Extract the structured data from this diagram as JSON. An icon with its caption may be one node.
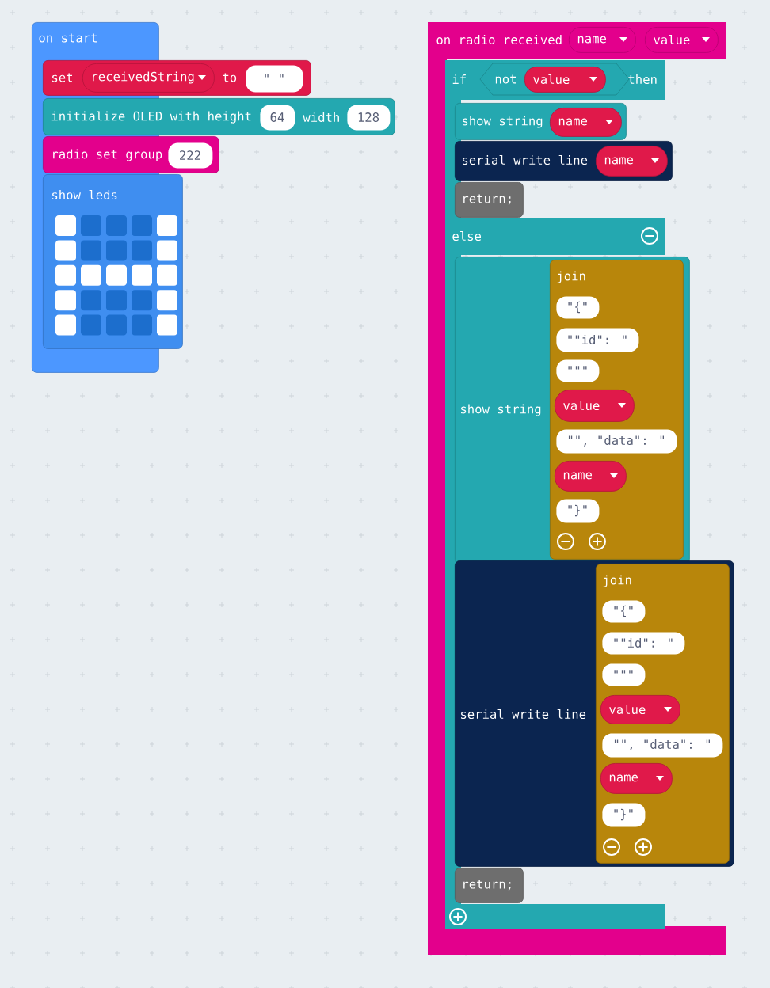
{
  "diagram": {
    "nodes": [
      {
        "text": [
          "on start"
        ]
      },
      {
        "text": [
          "set",
          "to"
        ]
      },
      {
        "text": [
          "receivedString"
        ],
        "in": 1
      },
      {
        "text": [
          "\" \""
        ],
        "in": 1
      },
      {
        "text": [
          "initialize OLED with height",
          "width"
        ]
      },
      {
        "text": [
          "64"
        ],
        "in": 4
      },
      {
        "text": [
          "128"
        ],
        "in": 4
      },
      {
        "text": [
          "radio set group"
        ]
      },
      {
        "text": [
          "222"
        ],
        "in": 7
      },
      {
        "text": [
          "show leds"
        ],
        "in": 0
      },
      {
        "text": [
          "on radio received"
        ]
      },
      {
        "text": [
          "name"
        ],
        "in": 10
      },
      {
        "text": [
          "value"
        ],
        "in": 10
      },
      {
        "text": [
          "if",
          "then",
          "else"
        ],
        "in": 10
      },
      {
        "text": [
          "not"
        ],
        "in": 13
      },
      {
        "text": [
          "value"
        ],
        "in": 14
      },
      {
        "text": [
          "show string"
        ],
        "in": 13
      },
      {
        "text": [
          "name"
        ],
        "in": 16
      },
      {
        "text": [
          "serial write line"
        ],
        "in": 13
      },
      {
        "text": [
          "name"
        ],
        "in": 18
      },
      {
        "text": [
          "return;"
        ],
        "in": 13
      },
      {
        "text": [
          "show string"
        ],
        "in": 10
      },
      {
        "text": [
          "join"
        ],
        "in": 21
      },
      {
        "text": [
          "\"{\""
        ],
        "in": 22
      },
      {
        "text": [
          "\"\"id\": \""
        ],
        "in": 22
      },
      {
        "text": [
          "\"\"\""
        ],
        "in": 22
      },
      {
        "text": [
          "value"
        ],
        "in": 22
      },
      {
        "text": [
          "\"\", \"data\": \""
        ],
        "in": 22
      },
      {
        "text": [
          "name"
        ],
        "in": 22
      },
      {
        "text": [
          "\"}\""
        ],
        "in": 22
      },
      {
        "text": [
          "serial write line"
        ],
        "in": 10
      },
      {
        "text": [
          "join"
        ],
        "in": 30
      },
      {
        "text": [
          "\"{\""
        ]
      },
      {
        "text": [
          "\"\"id\": \""
        ],
        "in": 31
      },
      {
        "text": [
          "\"\"\""
        ]
      },
      {
        "text": [
          "value"
        ],
        "in": 31
      },
      {
        "text": [
          "\"\", \"data\": \""
        ],
        "in": 31
      },
      {
        "text": [
          "name"
        ],
        "in": 31
      },
      {
        "text": [
          "\"}\""
        ]
      },
      {
        "text": [
          "return;"
        ],
        "in": 13
      }
    ]
  }
}
